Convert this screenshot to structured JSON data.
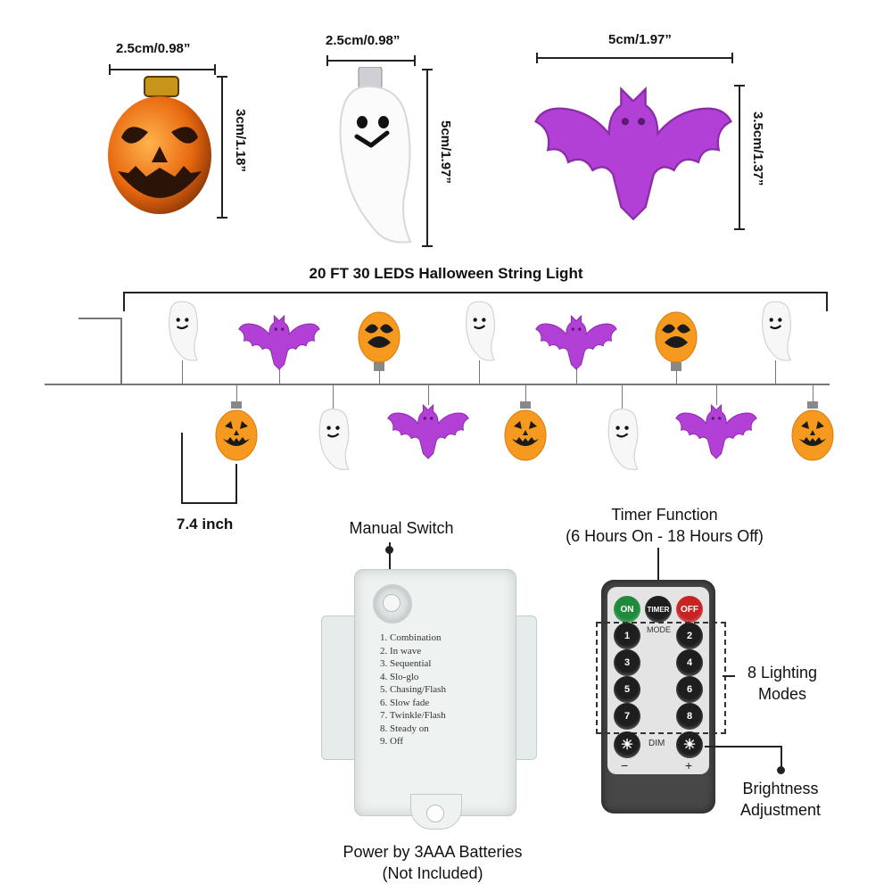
{
  "dimensions": {
    "pumpkin": {
      "width": "2.5cm/0.98”",
      "height": "3cm/1.18”"
    },
    "ghost": {
      "width": "2.5cm/0.98”",
      "height": "5cm/1.97”"
    },
    "bat": {
      "width": "5cm/1.97”",
      "height": "3.5cm/1.37”"
    }
  },
  "string_title": "20 FT 30 LEDS Halloween String Light",
  "spacing": "7.4 inch",
  "battery_box": {
    "switch_label": "Manual Switch",
    "modes": [
      "1. Combination",
      "2. In wave",
      "3. Sequential",
      "4. Slo-glo",
      "5. Chasing/Flash",
      "6. Slow fade",
      "7. Twinkle/Flash",
      "8. Steady on",
      "9. Off"
    ],
    "power_line1": "Power by 3AAA Batteries",
    "power_line2": "(Not Included)"
  },
  "remote": {
    "timer_line1": "Timer Function",
    "timer_line2": "(6 Hours On - 18 Hours Off)",
    "on": "ON",
    "timer": "TIMER",
    "off": "OFF",
    "mode": "MODE",
    "dim": "DIM",
    "minus": "−",
    "plus": "+",
    "numbers": [
      "1",
      "2",
      "3",
      "4",
      "5",
      "6",
      "7",
      "8"
    ],
    "modes_line1": "8 Lighting",
    "modes_line2": "Modes",
    "bright_line1": "Brightness",
    "bright_line2": "Adjustment"
  },
  "colors": {
    "pumpkin": "#f59a1e",
    "pumpkin_dark": "#c2410c",
    "bat": "#b23fd6",
    "ghost": "#f6f6f6",
    "remote": "#454545"
  }
}
